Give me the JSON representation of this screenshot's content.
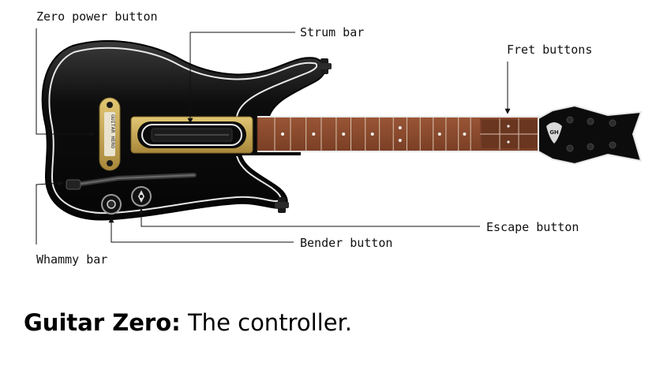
{
  "labels": {
    "zero_power_button": "Zero power button",
    "strum_bar": "Strum bar",
    "fret_buttons": "Fret buttons",
    "escape_button": "Escape button",
    "bender_button": "Bender button",
    "whammy_bar": "Whammy bar"
  },
  "device_text": {
    "pickup_logo": "GUITAR HERO",
    "pick_logo": "GH"
  },
  "caption": {
    "title": "Guitar Zero:",
    "text": " The controller."
  },
  "colors": {
    "body": "#0b0b0b",
    "fretboard": "#8a4a2e",
    "gold": "#c9a94f",
    "binding": "#e8e8e8"
  }
}
